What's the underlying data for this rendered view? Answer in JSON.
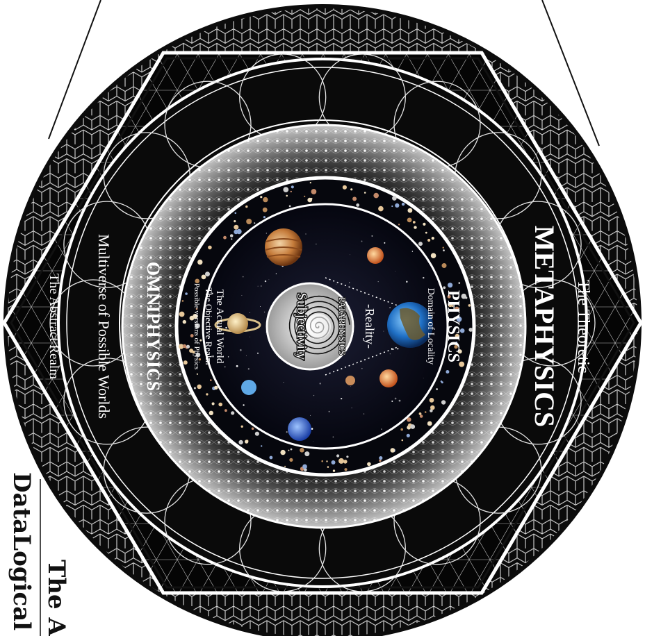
{
  "labels": {
    "metaphysics": "METAPHYSICS",
    "the_theoretic": "The Theoretic",
    "omniphysics": "OMNIPHYSICS",
    "multiverse": "Multiverse of Possible Worlds",
    "abstract_realm": "The Abstract Realm",
    "physics": "PHYSICS",
    "domain_locality": "Domain of Locality",
    "reality": "-Reality-",
    "pataphysics": "PATAPHYSICS",
    "subjectivity": "Subjectivity",
    "actual_world": "The Actual World",
    "objective_realm": "The Objective Realm",
    "possible_versions": "Possible versions of Physics"
  },
  "footer": {
    "line1": "The Al",
    "line2": "DataLogical G"
  },
  "colors": {
    "background": "#ffffff",
    "ring_dark": "#0c0c0c",
    "line": "#ffffff",
    "space": "#07091a",
    "glow": "#e8e8e8"
  }
}
